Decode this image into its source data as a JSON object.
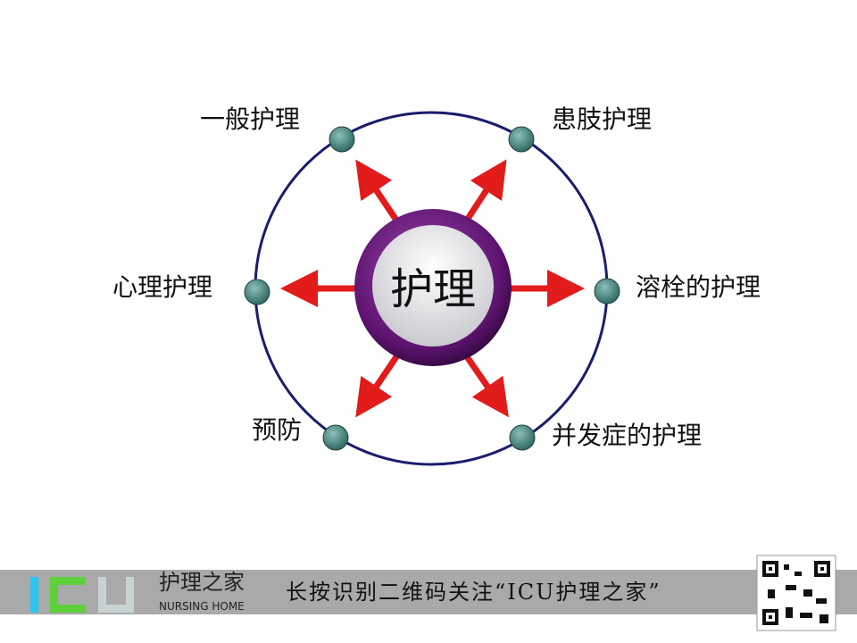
{
  "center": {
    "label": "护理"
  },
  "nodes": [
    {
      "label": "一般护理"
    },
    {
      "label": "患肢护理"
    },
    {
      "label": "心理护理"
    },
    {
      "label": "溶栓的护理"
    },
    {
      "label": "预防"
    },
    {
      "label": "并发症的护理"
    }
  ],
  "colors": {
    "ring": "#1c1c6e",
    "node": "#3f7f78",
    "arrow": "#e21b1b",
    "hub": "#6a1a7a"
  },
  "footer": {
    "logo": "ICU",
    "brand_cn": "护理之家",
    "brand_en": "NURSING HOME",
    "slogan": "长按识别二维码关注“ICU护理之家”"
  }
}
